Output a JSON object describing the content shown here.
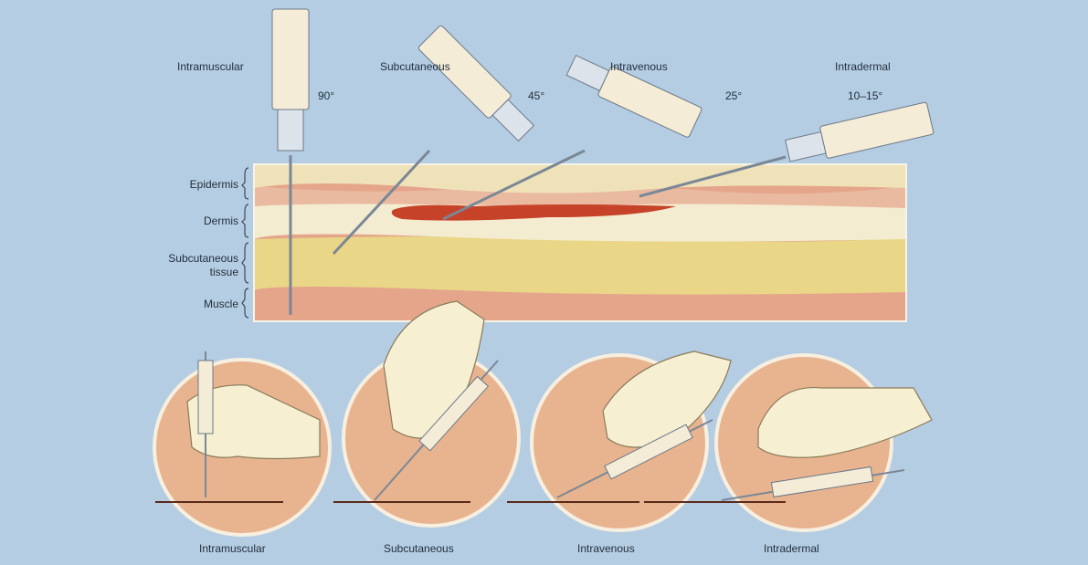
{
  "top_labels": {
    "intramuscular": "Intramuscular",
    "subcutaneous": "Subcutaneous",
    "intravenous": "Intravenous",
    "intradermal": "Intradermal"
  },
  "angles": {
    "intramuscular": "90°",
    "subcutaneous": "45°",
    "intravenous": "25°",
    "intradermal": "10–15°"
  },
  "layers": {
    "epidermis": "Epidermis",
    "dermis": "Dermis",
    "subcutaneous_line1": "Subcutaneous",
    "subcutaneous_line2": "tissue",
    "muscle": "Muscle"
  },
  "bottom_labels": {
    "intramuscular": "Intramuscular",
    "subcutaneous": "Subcutaneous",
    "intravenous": "Intravenous",
    "intradermal": "Intradermal"
  },
  "colors": {
    "background": "#b5cde2",
    "epidermis": "#efe2b8",
    "dermis": "#f4ecd0",
    "subcutaneous": "#e9d687",
    "muscle": "#e5a58b",
    "vein": "#c6432a",
    "circle": "#e8b48f"
  }
}
